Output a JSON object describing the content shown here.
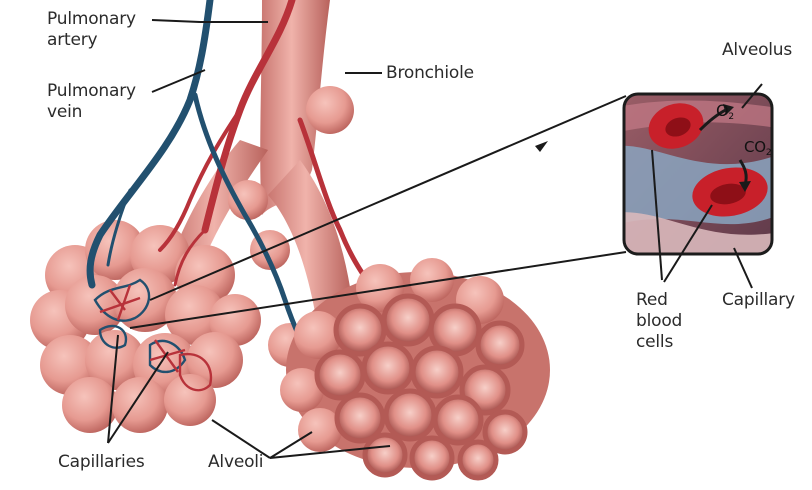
{
  "labels": {
    "pulmonary_artery": [
      "Pulmonary",
      "artery"
    ],
    "pulmonary_vein": [
      "Pulmonary",
      "vein"
    ],
    "bronchiole": "Bronchiole",
    "alveolus": "Alveolus",
    "o2": {
      "base": "O",
      "sub": "2"
    },
    "co2": {
      "base": "CO",
      "sub": "2"
    },
    "red_blood_cells": [
      "Red",
      "blood",
      "cells"
    ],
    "capillary": "Capillary",
    "capillaries": "Capillaries",
    "alveoli": "Alveoli"
  },
  "colors": {
    "tissue": "#e79a92",
    "tissue_dark": "#b9605a",
    "artery": "#b8323a",
    "vein": "#22506f",
    "inset_border": "#1c1c1c",
    "rbc": "#c8202a",
    "leader": "#1a1a1a"
  }
}
